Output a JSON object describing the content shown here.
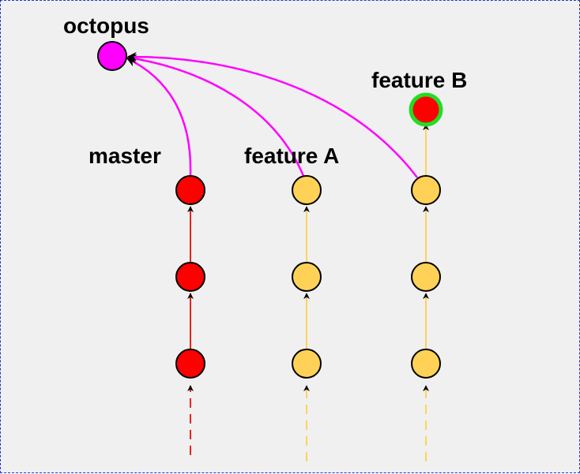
{
  "diagram": {
    "labels": {
      "octopus": "octopus",
      "master": "master",
      "feature_a": "feature A",
      "feature_b": "feature B"
    },
    "colors": {
      "background": "#f0f0f0",
      "border": "#1f35d6",
      "master_commit": "#ff0000",
      "feature_commit": "#ffd257",
      "octopus_commit": "#ff00ff",
      "feature_b_tip_ring": "#22dd22",
      "master_line": "#e8231f",
      "feature_line": "#ffd25c",
      "merge_line": "#ff00ff"
    },
    "branches": [
      {
        "name": "master",
        "commits": 3,
        "color_key": "master_commit"
      },
      {
        "name": "feature A",
        "commits": 3,
        "color_key": "feature_commit"
      },
      {
        "name": "feature B",
        "commits": 4,
        "color_key": "feature_commit"
      }
    ],
    "merge": {
      "name": "octopus",
      "parents": [
        "master",
        "feature A",
        "feature B"
      ]
    }
  }
}
